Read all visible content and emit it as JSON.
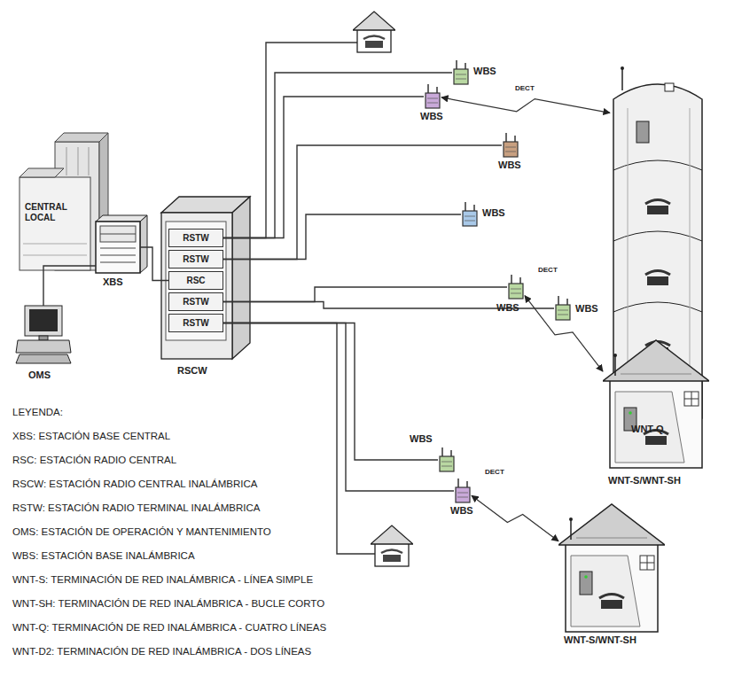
{
  "diagram": {
    "nodes": [
      {
        "text": [
          "CENTRAL LOCAL"
        ]
      },
      {
        "text": [
          "XBS"
        ]
      },
      {
        "text": [
          "OMS"
        ]
      },
      {
        "text": [
          "RSCW"
        ]
      },
      {
        "text": [
          "RSTW"
        ],
        "in": 3
      },
      {
        "text": [
          "RSTW"
        ],
        "in": 3
      },
      {
        "text": [
          "RSC"
        ],
        "in": 3
      },
      {
        "text": [
          "RSTW"
        ],
        "in": 3
      },
      {
        "text": [
          "RSTW"
        ],
        "in": 3
      },
      {
        "text": [
          "WBS"
        ]
      },
      {
        "text": [
          "WBS"
        ]
      },
      {
        "text": [
          "WBS"
        ]
      },
      {
        "text": [
          "WBS"
        ]
      },
      {
        "text": [
          "WBS"
        ]
      },
      {
        "text": [
          "WBS"
        ]
      },
      {
        "text": [
          "WBS"
        ]
      },
      {
        "text": [
          "WBS"
        ]
      },
      {
        "text": [
          "WNT-Q"
        ]
      },
      {
        "text": [
          "WNT-S/WNT-SH"
        ]
      },
      {
        "text": [
          "WNT-S/WNT-SH"
        ]
      }
    ],
    "edges": [
      {
        "from": 1,
        "to": 6,
        "arrow": "none"
      },
      {
        "from": 1,
        "to": 2,
        "arrow": "none"
      },
      {
        "from": 4,
        "to": 9,
        "arrow": "none"
      },
      {
        "from": 4,
        "to": 10,
        "arrow": "none"
      },
      {
        "from": 5,
        "to": 11,
        "arrow": "none"
      },
      {
        "from": 5,
        "to": 12,
        "arrow": "none"
      },
      {
        "from": 7,
        "to": 13,
        "arrow": "none"
      },
      {
        "from": 7,
        "to": 14,
        "arrow": "none"
      },
      {
        "from": 8,
        "to": 15,
        "arrow": "none"
      },
      {
        "from": 8,
        "to": 16,
        "arrow": "none"
      },
      {
        "from": 10,
        "to": 17,
        "arrow": "both",
        "label": "DECT"
      },
      {
        "from": 13,
        "to": 18,
        "arrow": "both",
        "label": "DECT"
      },
      {
        "from": 16,
        "to": 19,
        "arrow": "both",
        "label": "DECT"
      }
    ],
    "labels": [
      "LEYENDA:"
    ],
    "legend": [
      {
        "text": "XBS: ESTACIÓN BASE CENTRAL"
      },
      {
        "text": "RSC: ESTACIÓN RADIO CENTRAL"
      },
      {
        "text": "RSCW: ESTACIÓN RADIO CENTRAL INALÁMBRICA"
      },
      {
        "text": "RSTW: ESTACIÓN RADIO TERMINAL INALÁMBRICA"
      },
      {
        "text": "OMS: ESTACIÓN DE OPERACIÓN Y MANTENIMIENTO"
      },
      {
        "text": "WBS: ESTACIÓN BASE INALÁMBRICA"
      },
      {
        "text": "WNT-S: TERMINACIÓN DE RED INALÁMBRICA - LÍNEA SIMPLE"
      },
      {
        "text": "WNT-SH: TERMINACIÓN DE RED INALÁMBRICA - BUCLE CORTO"
      },
      {
        "text": "WNT-Q: TERMINACIÓN DE RED INALÁMBRICA - CUATRO LÍNEAS"
      },
      {
        "text": "WNT-D2: TERMINACIÓN DE RED INALÁMBRICA - DOS LÍNEAS"
      }
    ]
  }
}
